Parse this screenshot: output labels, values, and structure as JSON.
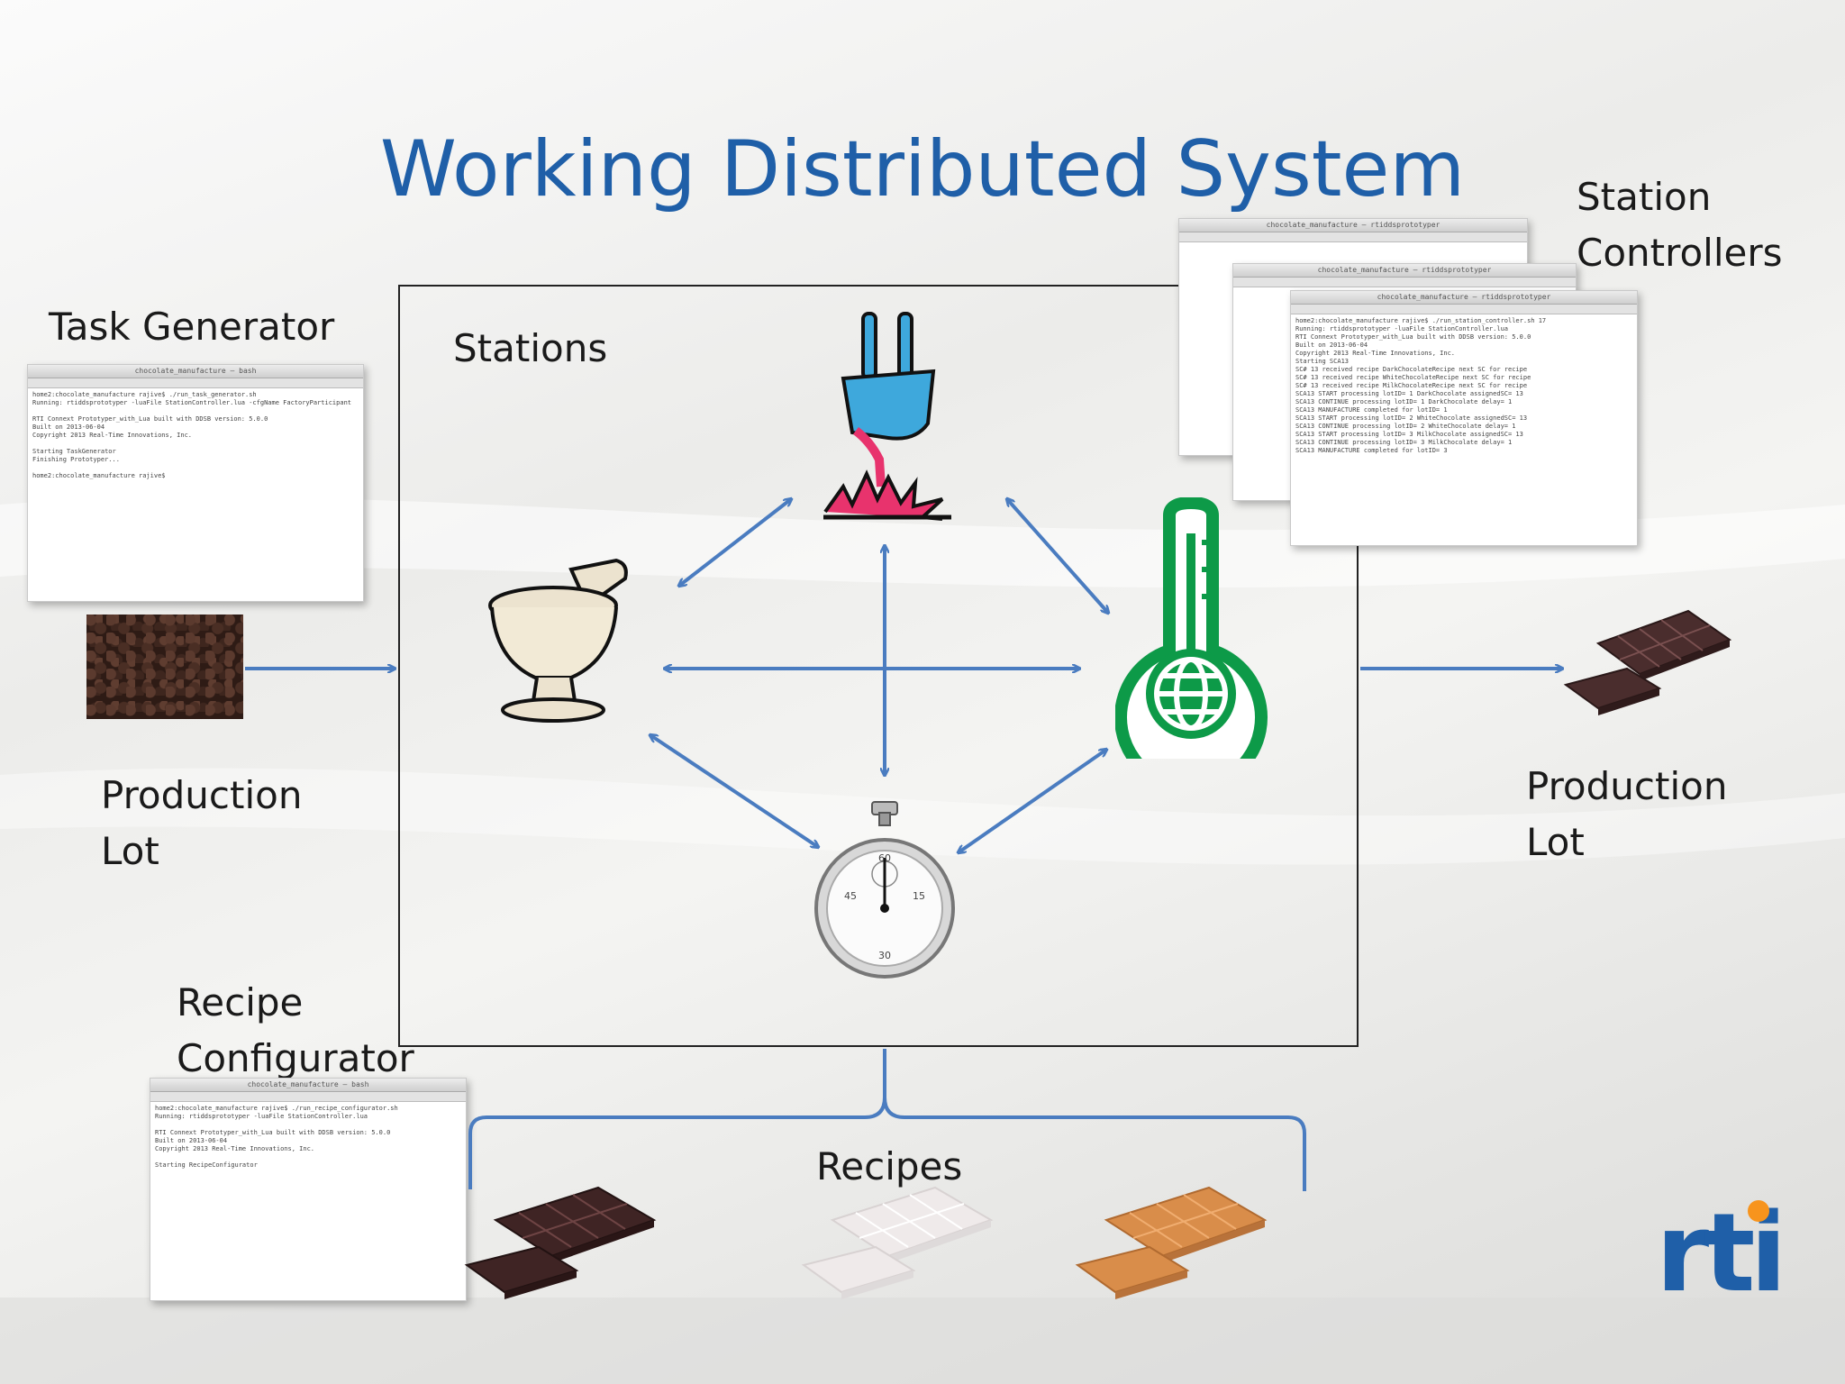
{
  "title": "Working Distributed System",
  "labels": {
    "task_generator": "Task Generator",
    "stations": "Stations",
    "station_controllers": "Station\nControllers",
    "production_lot_in": "Production\nLot",
    "production_lot_out": "Production\nLot",
    "recipe_configurator": "Recipe\nConfigurator",
    "recipes": "Recipes"
  },
  "terminals": {
    "task_generator": {
      "title": "chocolate_manufacture — bash",
      "lines": "home2:chocolate_manufacture rajive$ ./run_task_generator.sh\nRunning: rtiddsprototyper -luaFile StationController.lua -cfgName FactoryParticipant\n\nRTI Connext Prototyper_with_Lua built with DDSB version: 5.0.0\nBuilt on 2013-06-04\nCopyright 2013 Real-Time Innovations, Inc.\n\nStarting TaskGenerator\nFinishing Prototyper...\n\nhome2:chocolate_manufacture rajive$"
    },
    "station_controllers": {
      "title": "chocolate_manufacture — rtiddsprototyper",
      "lines": "home2:chocolate_manufacture rajive$ ./run_station_controller.sh 17\nRunning: rtiddsprototyper -luaFile StationController.lua\nRTI Connext Prototyper_with_Lua built with DDSB version: 5.0.0\nBuilt on 2013-06-04\nCopyright 2013 Real-Time Innovations, Inc.\nStarting SCA13\nSC# 13 received recipe DarkChocolateRecipe next SC for recipe\nSC# 13 received recipe WhiteChocolateRecipe next SC for recipe\nSC# 13 received recipe MilkChocolateRecipe next SC for recipe\nSCA13 START processing lotID= 1 DarkChocolate assignedSC= 13\nSCA13 CONTINUE processing lotID= 1 DarkChocolate delay= 1\nSCA13 MANUFACTURE completed for lotID= 1\nSCA13 START processing lotID= 2 WhiteChocolate assignedSC= 13\nSCA13 CONTINUE processing lotID= 2 WhiteChocolate delay= 1\nSCA13 START processing lotID= 3 MilkChocolate assignedSC= 13\nSCA13 CONTINUE processing lotID= 3 MilkChocolate delay= 1\nSCA13 MANUFACTURE completed for lotID= 3"
    },
    "recipe_configurator": {
      "title": "chocolate_manufacture — bash",
      "lines": "home2:chocolate_manufacture rajive$ ./run_recipe_configurator.sh\nRunning: rtiddsprototyper -luaFile StationController.lua\n\nRTI Connext Prototyper_with_Lua built with DDSB version: 5.0.0\nBuilt on 2013-06-04\nCopyright 2013 Real-Time Innovations, Inc.\n\nStarting RecipeConfigurator"
    }
  },
  "logo": "rti",
  "colors": {
    "title": "#1f5fa8",
    "arrow": "#4a7cc0",
    "pour_blue": "#3ea8dc",
    "spark_pink": "#e8336d",
    "thermometer": "#0d9a48",
    "logo_dot": "#f7941d",
    "milk_chocolate": "#d98d4a",
    "dark_chocolate": "#4a2d2d",
    "white_chocolate": "#efeaea"
  },
  "icons": [
    "mortar-pestle-icon",
    "pouring-ladle-icon",
    "thermometer-globe-icon",
    "stopwatch-icon",
    "chocolate-bar-icon"
  ]
}
